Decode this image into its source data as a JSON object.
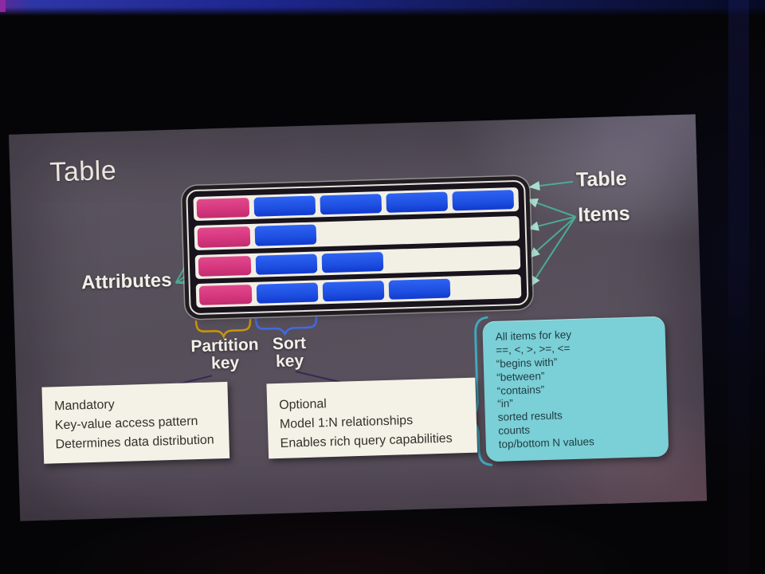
{
  "slide": {
    "title": "Table",
    "diagram": {
      "callouts": {
        "table": "Table",
        "items": "Items",
        "attributes": "Attributes",
        "partition_key": [
          "Partition",
          "key"
        ],
        "sort_key": [
          "Sort",
          "key"
        ]
      },
      "rows": [
        {
          "partition_key": true,
          "attribute_blocks": 4
        },
        {
          "partition_key": true,
          "attribute_blocks": 1
        },
        {
          "partition_key": true,
          "attribute_blocks": 2
        },
        {
          "partition_key": true,
          "attribute_blocks": 3
        }
      ]
    },
    "partition_key_box": {
      "lines": [
        "Mandatory",
        "Key-value access pattern",
        "Determines data distribution"
      ]
    },
    "sort_key_box": {
      "lines": [
        "Optional",
        "Model 1:N relationships",
        "Enables rich query capabilities"
      ]
    },
    "query_box": {
      "lines": [
        "All items for key",
        "==, <, >, >=, <=",
        "“begins with”",
        "“between”",
        "“contains”",
        "“in”",
        "sorted results",
        "counts",
        "top/bottom N values"
      ]
    }
  },
  "colors": {
    "partition_block": "#d6377e",
    "attribute_block": "#1d4fe0",
    "row_background": "#f2efe5",
    "connector": "#4aab97",
    "arrowhead": "#a9ddcd",
    "partition_brace": "#c6930f",
    "sort_brace": "#4169e1",
    "query_brace": "#3fa9bd",
    "key_line": "#2e2452",
    "query_box_background": "#7bcfd6",
    "note_box_background": "#f4f1e7"
  }
}
